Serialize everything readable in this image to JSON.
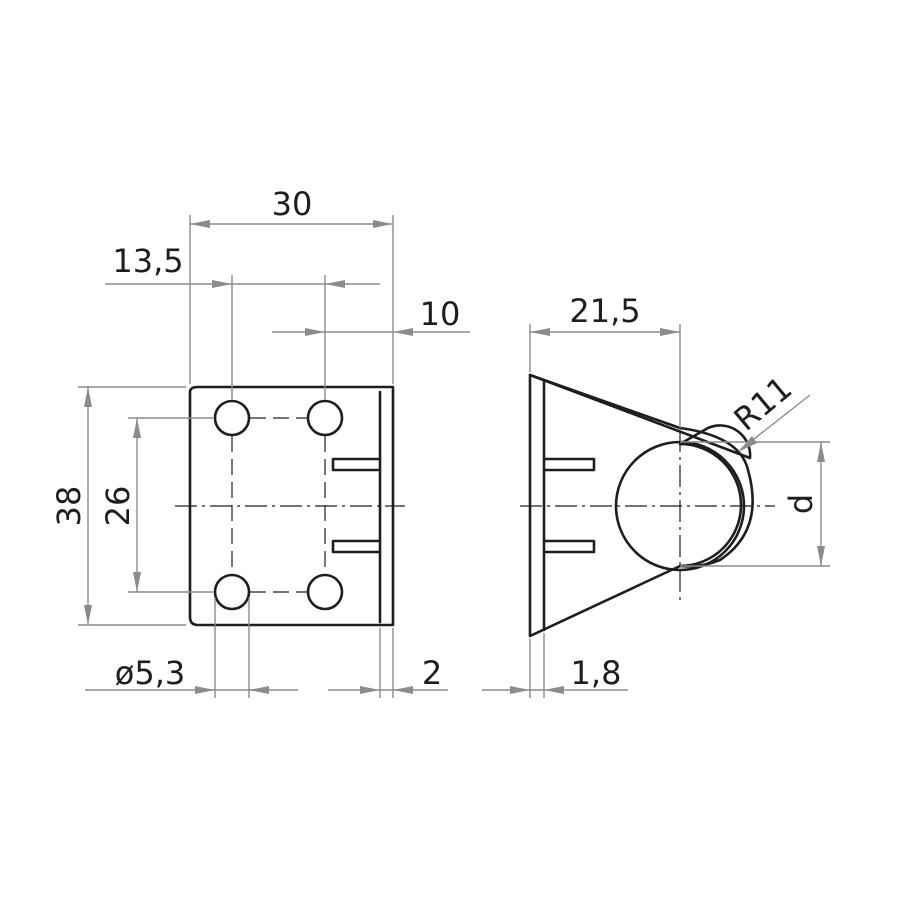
{
  "dimensions": {
    "width_30": "30",
    "hole_offset_13_5": "13,5",
    "edge_10": "10",
    "height_38": "38",
    "hole_spacing_26": "26",
    "hole_diameter": "ø5,3",
    "thickness_2": "2",
    "side_width_21_5": "21,5",
    "radius": "R11",
    "diameter_d": "d",
    "plate_1_8": "1,8"
  }
}
